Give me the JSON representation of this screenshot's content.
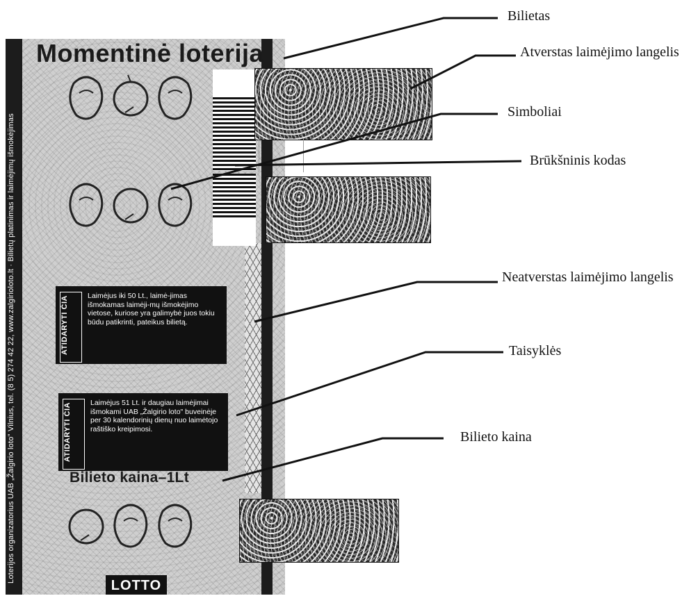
{
  "ticket": {
    "title": "Momentinė loterija",
    "side_text": "Loterijos organizatorius UAB „Žalgirio loto\" Vilnius, tel. (8 5) 274 42 22, www.zalgirioloto.lt  ·  Bilietų platinimas ir laimėjimų išmokėjimas",
    "rule_badge": "ATIDARYTI ČIA",
    "rule_1": "Laimėjus iki 50 Lt., laimė-jimas išmokamas laimėji-mų išmokėjimo vietose, kuriose yra galimybė juos tokiu būdu patikrinti, pateikus bilietą.",
    "rule_2": "Laimėjus 51 Lt. ir daugiau laimėjimai išmokami UAB „Žalgirio loto\" buveinėje per 30 kalendorinių dienų nuo laimėtojo raštiško kreipimosi.",
    "price": "Bilieto kaina–1Lt",
    "logo": "LOTTO"
  },
  "labels": {
    "bilietas": "Bilietas",
    "atverstas": "Atverstas laimėjimo langelis",
    "simboliai": "Simboliai",
    "barcode": "Brūkšninis kodas",
    "neatverstas": "Neatverstas laimėjimo langelis",
    "taisykles": "Taisyklės",
    "kaina": "Bilieto kaina"
  },
  "colors": {
    "ink": "#111111",
    "ticket_bg": "#cfcfcf",
    "scratch": "#2a2a2a"
  }
}
